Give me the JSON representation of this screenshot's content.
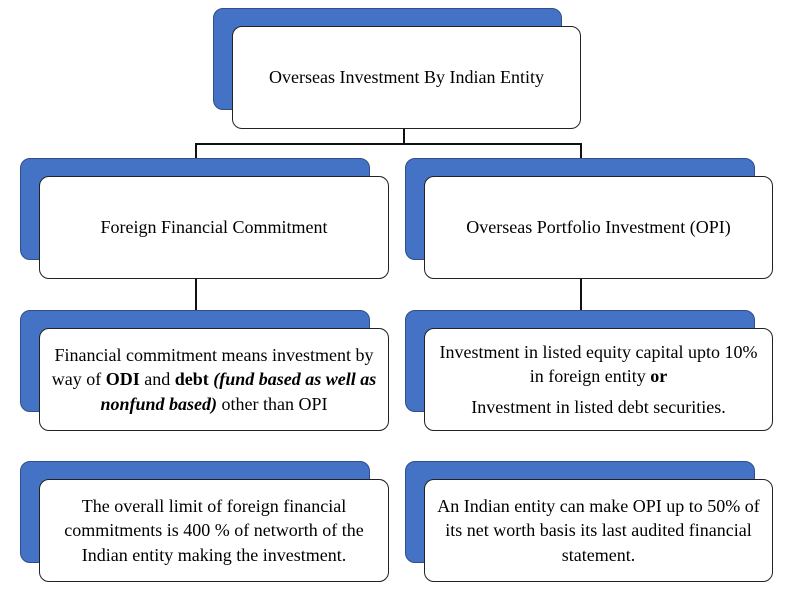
{
  "root": {
    "label": "Overseas Investment By Indian Entity"
  },
  "left": {
    "title": "Foreign Financial Commitment",
    "detail": {
      "t1": "Financial commitment means investment by way of ",
      "b1": "ODI",
      "t2": " and ",
      "b2": "debt",
      "t3": " ",
      "bi1": "(fund based as well as nonfund based)",
      "t4": " other than OPI"
    },
    "limit": "The overall limit of foreign financial commitments is 400 % of networth of the Indian entity making the investment."
  },
  "right": {
    "title": "Overseas Portfolio Investment (OPI)",
    "detail": {
      "t1": "Investment in listed equity capital upto 10% in foreign entity ",
      "b1": "or",
      "t2": "Investment in listed debt securities."
    },
    "limit": "An Indian entity can make OPI up to 50% of its net worth basis its last audited financial statement."
  },
  "colors": {
    "accent": "#4472c4",
    "border": "#222222"
  }
}
